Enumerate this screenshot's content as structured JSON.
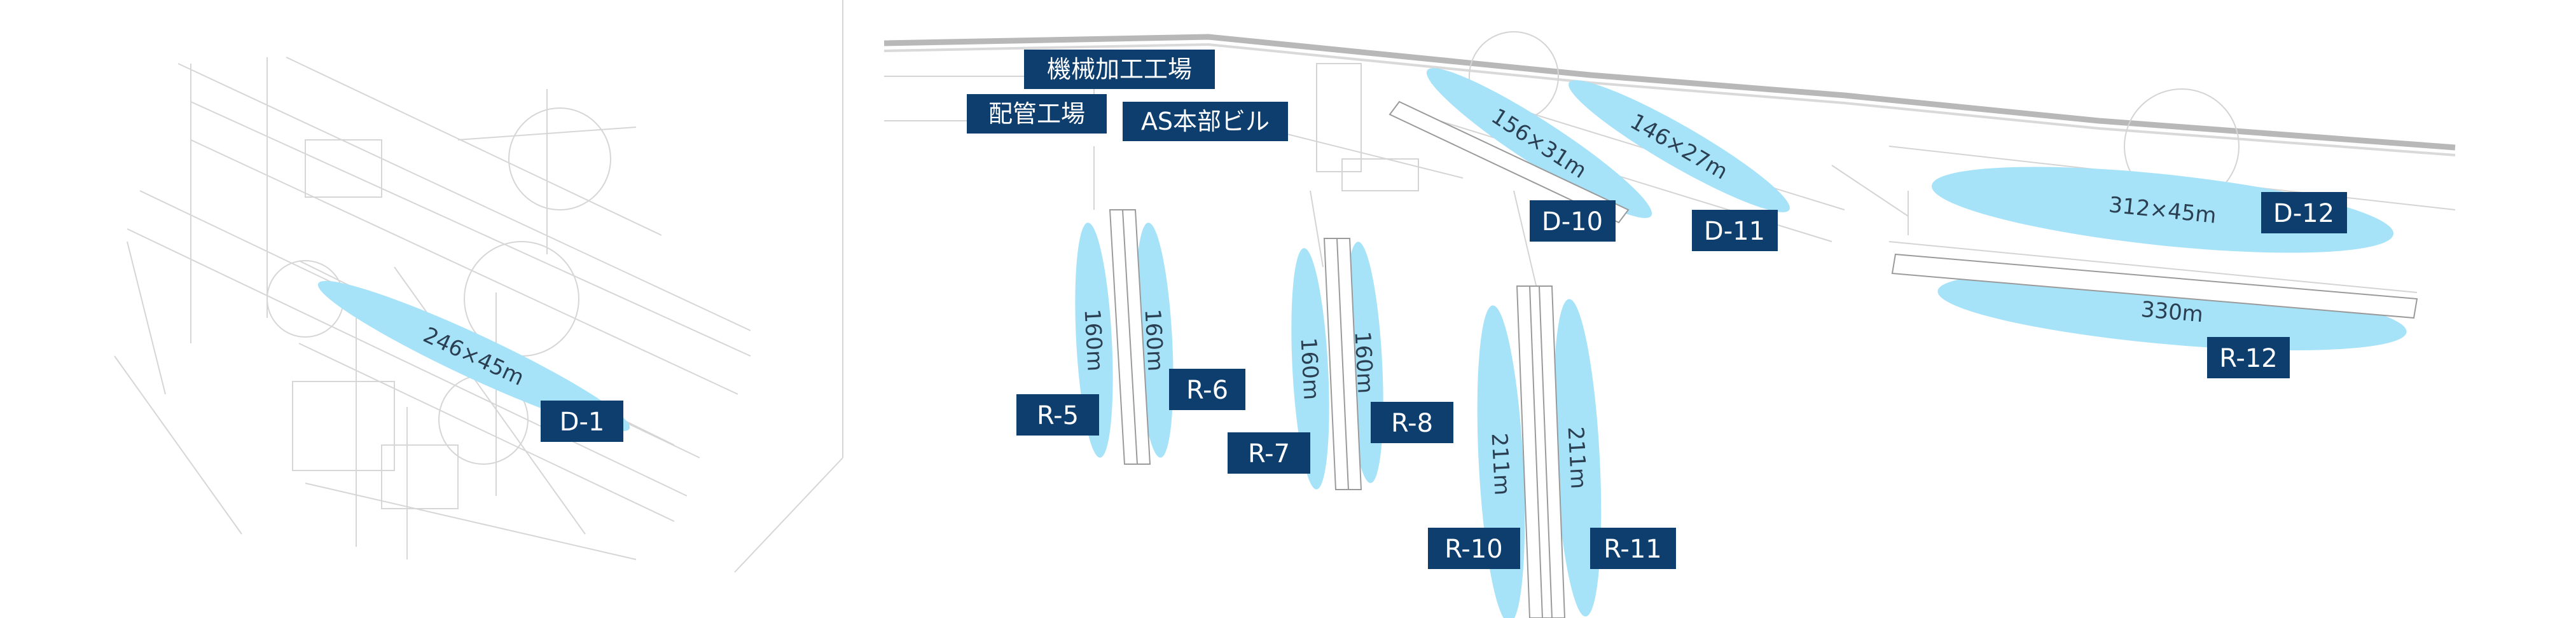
{
  "colors": {
    "pier": "#a7e3f8",
    "label_bg": "#0e3e6d",
    "label_text": "#ffffff",
    "dim_text": "#2b3f52",
    "line": "#cfcfcf"
  },
  "buildings": [
    {
      "id": "machining",
      "text": "機械加工工場"
    },
    {
      "id": "piping",
      "text": "配管工場"
    },
    {
      "id": "as-hq",
      "text": "AS本部ビル"
    }
  ],
  "docks": [
    {
      "id": "d1",
      "label": "D-1",
      "dim": "246×45m"
    },
    {
      "id": "d10",
      "label": "D-10",
      "dim": "156×31m"
    },
    {
      "id": "d11",
      "label": "D-11",
      "dim": "146×27m"
    },
    {
      "id": "d12",
      "label": "D-12",
      "dim": "312×45m"
    },
    {
      "id": "r12",
      "label": "R-12",
      "dim": "330m"
    },
    {
      "id": "r5",
      "label": "R-5",
      "dim": "160m"
    },
    {
      "id": "r6",
      "label": "R-6",
      "dim": "160m"
    },
    {
      "id": "r7",
      "label": "R-7",
      "dim": "160m"
    },
    {
      "id": "r8",
      "label": "R-8",
      "dim": "160m"
    },
    {
      "id": "r10",
      "label": "R-10",
      "dim": "211m"
    },
    {
      "id": "r11",
      "label": "R-11",
      "dim": "211m"
    }
  ]
}
